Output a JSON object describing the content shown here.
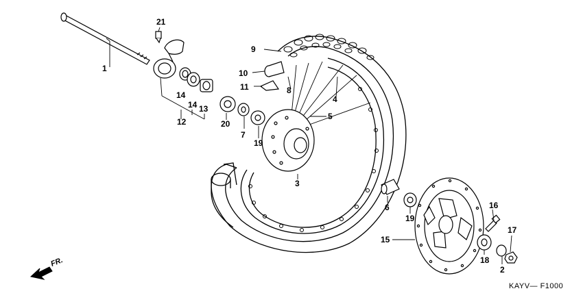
{
  "callouts": [
    "21",
    "1",
    "9",
    "10",
    "11",
    "8",
    "4",
    "14",
    "14",
    "13",
    "12",
    "20",
    "7",
    "5",
    "19",
    "3",
    "6",
    "19",
    "16",
    "17",
    "15",
    "18",
    "2"
  ],
  "direction_label": "FR.",
  "diagram_code": "KAYV— F1000"
}
